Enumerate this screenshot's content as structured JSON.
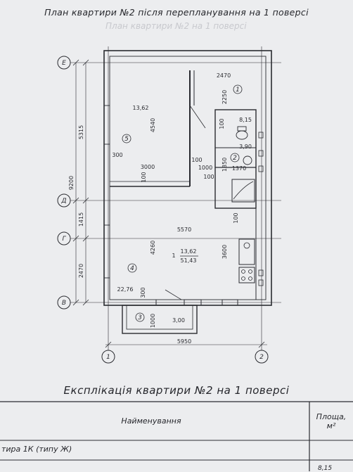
{
  "title": "План квартири №2 після перепланування на 1 поверсі",
  "ghost_text": "План квартири №2 на 1 поверсі",
  "axes": {
    "top1": "Е",
    "mid1": "Д",
    "mid2": "Г",
    "bottom": "В",
    "left_num": "1",
    "right_num": "2"
  },
  "dims": {
    "d5315": "5315",
    "d9200": "9200",
    "d1415": "1415",
    "d2470v": "2470",
    "d2470h": "2470",
    "d2250": "2250",
    "d4540": "4540",
    "d3000": "3000",
    "d300a": "300",
    "d100a": "100",
    "d100b": "100",
    "d1000": "1000",
    "d100c": "100",
    "d100d": "100",
    "d1850": "1850",
    "d1370": "1370",
    "d5570": "5570",
    "d4260": "4260",
    "d3600": "3600",
    "d100e": "100",
    "d300b": "300",
    "d1000b": "1000",
    "d5950": "5950"
  },
  "rooms": {
    "r5_area": "13,62",
    "r5_num": "5",
    "r1_num": "1",
    "r2_num": "2",
    "r2_top": "8,15",
    "r2_area": "3,90",
    "r4_num": "4",
    "r4_main": "13,62",
    "r4_sub": "51,43",
    "r1_label": "1",
    "r_small": "22,76",
    "r3_num": "3",
    "r3_area": "3,00"
  },
  "explication": {
    "title": "Експлікація квартири №2 на 1 поверсі",
    "col_name": "Найменування",
    "col_area": "Площа,",
    "col_unit": "м²",
    "row1": "тира 1К (типу Ж)",
    "row2_val": "8,15"
  }
}
